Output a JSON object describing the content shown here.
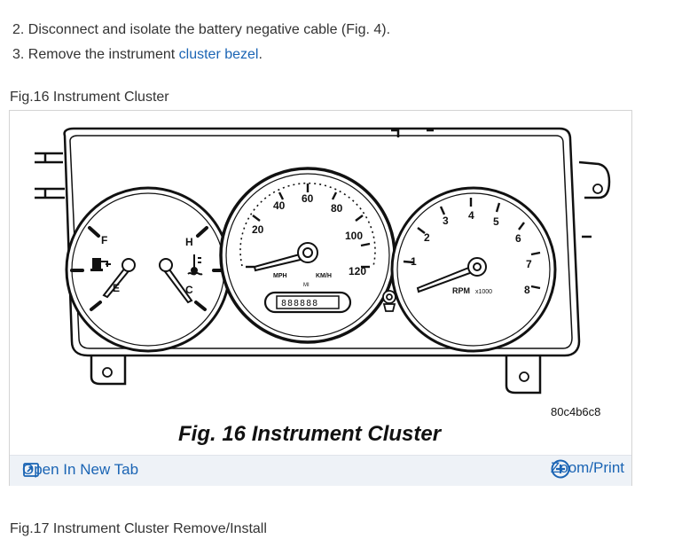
{
  "steps": [
    {
      "num": "2.",
      "text": "Disconnect and isolate the battery negative cable (Fig. 4)."
    },
    {
      "num": "3.",
      "text_before": "Remove the instrument ",
      "link": "cluster bezel",
      "text_after": "."
    }
  ],
  "figure16": {
    "heading": "Fig.16 Instrument Cluster",
    "image": {
      "code": "80c4b6c8",
      "caption": "Fig. 16 Instrument Cluster",
      "fuel_gauge": {
        "labels": [
          "F",
          "E"
        ]
      },
      "temp_gauge": {
        "labels": [
          "H",
          "C"
        ]
      },
      "speedometer": {
        "mph_labels": [
          "20",
          "40",
          "60",
          "80",
          "100",
          "120"
        ],
        "unit_mph": "MPH",
        "unit_kmh": "KM/H",
        "unit_mi": "MI",
        "odometer": "888888"
      },
      "tachometer": {
        "labels": [
          "1",
          "2",
          "3",
          "4",
          "5",
          "6",
          "7",
          "8"
        ],
        "unit": "RPM",
        "multiplier": "x1000"
      }
    },
    "actions": {
      "open_new_tab": "Open In New Tab",
      "zoom_print": "Zoom/Print"
    },
    "colors": {
      "link": "#1a64b4",
      "bar": "#eef2f7"
    },
    "icons": {
      "open_tab": "open-in-new-tab-icon",
      "zoom": "plus-circle-icon"
    }
  },
  "figure17": {
    "heading": "Fig.17 Instrument Cluster Remove/Install"
  }
}
